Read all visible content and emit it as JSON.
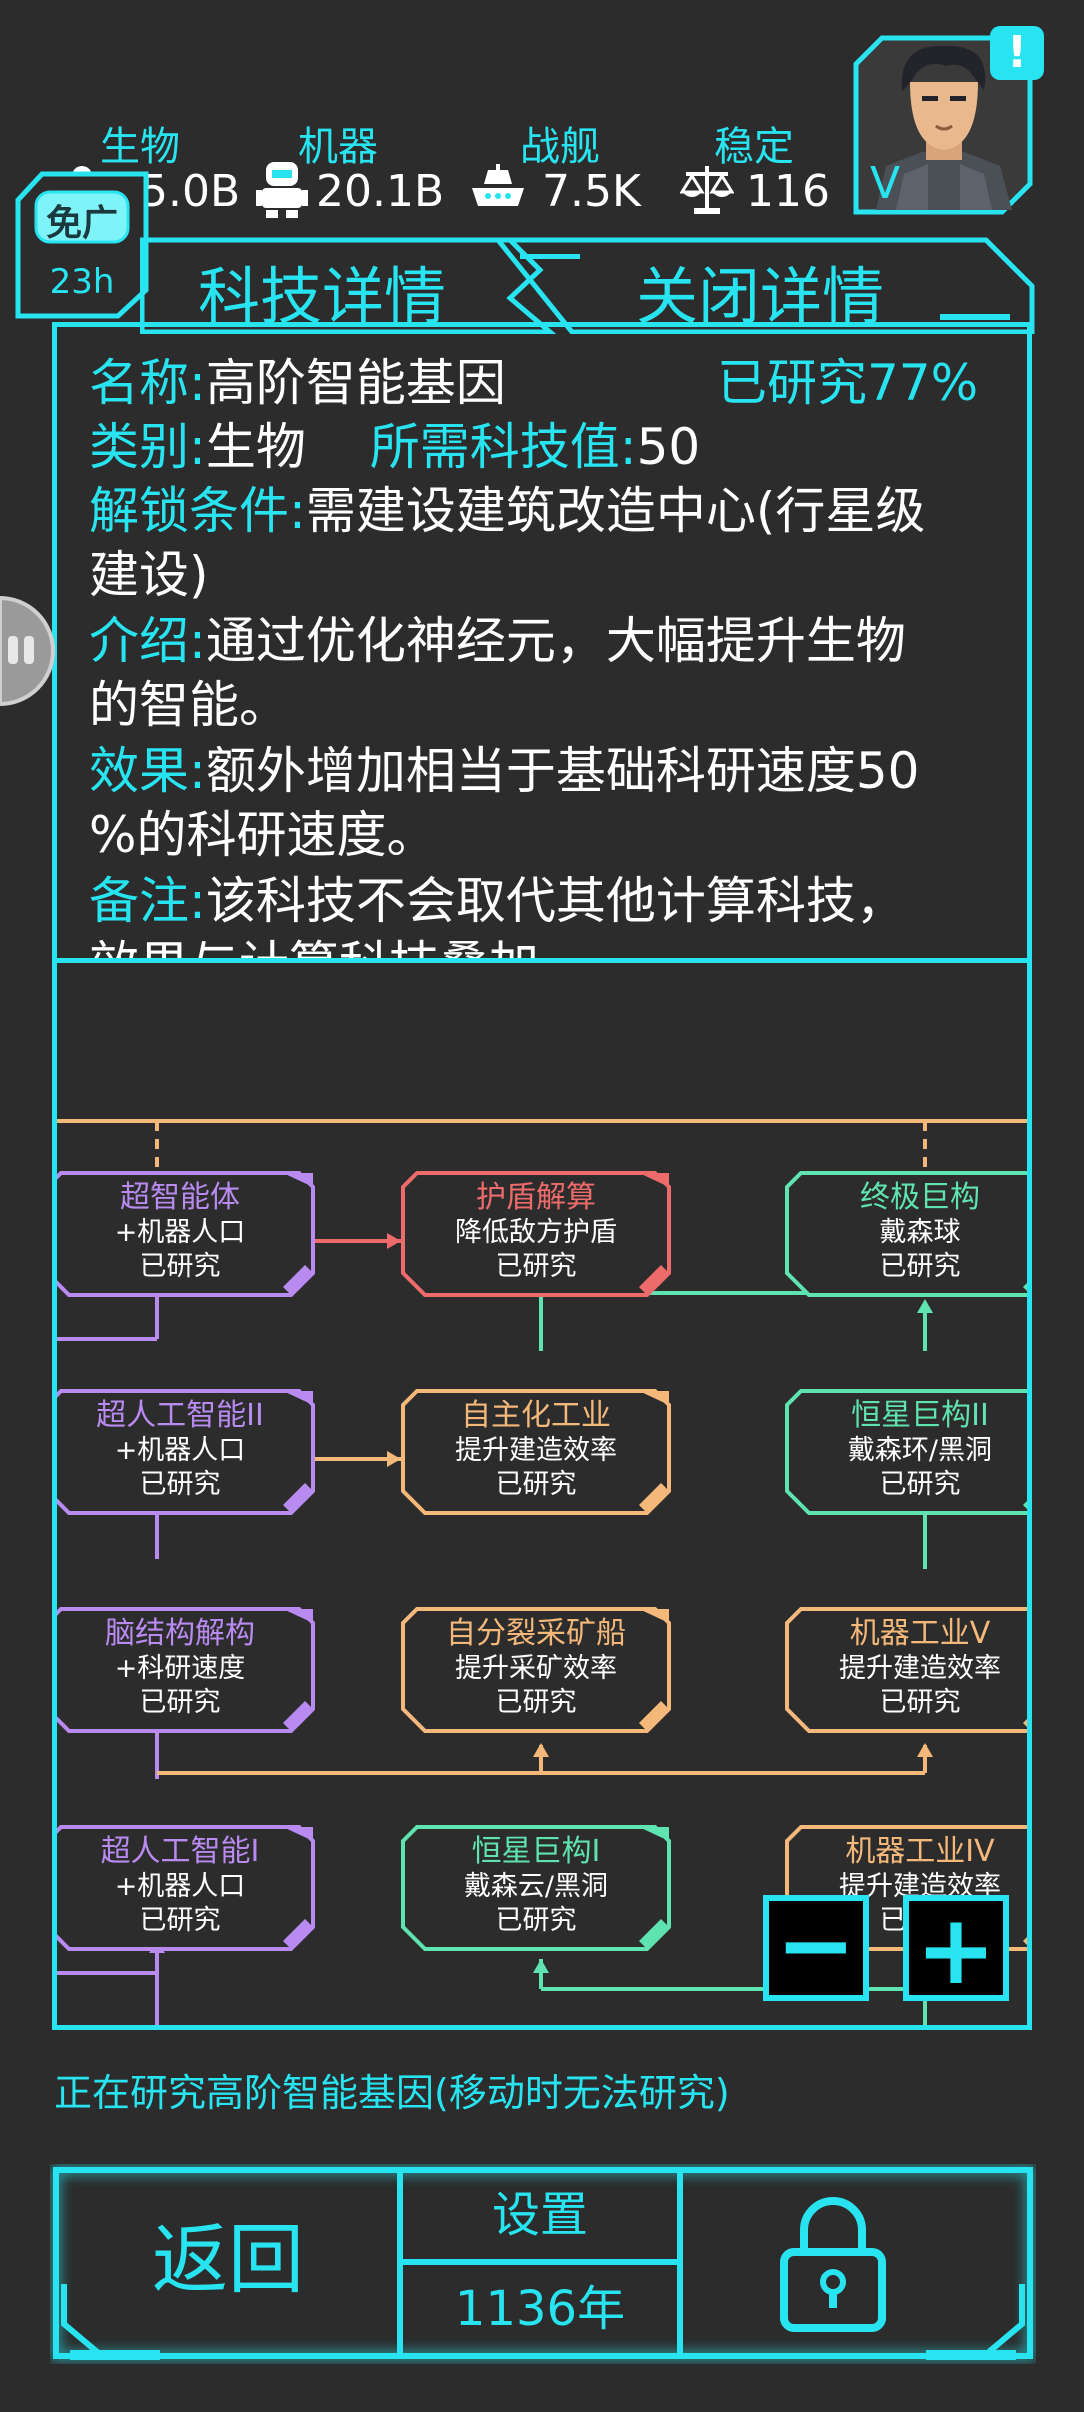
{
  "resources": [
    {
      "label": "生物",
      "value": "25.0B",
      "icon": "person-icon"
    },
    {
      "label": "机器",
      "value": "20.1B",
      "icon": "robot-icon"
    },
    {
      "label": "战舰",
      "value": "7.5K",
      "icon": "ship-icon"
    },
    {
      "label": "稳定",
      "value": "116",
      "icon": "scale-icon"
    }
  ],
  "avatar": {
    "level_text": "V",
    "alert": "!"
  },
  "ad_badge": {
    "label": "免广",
    "time": "23h"
  },
  "tabs": {
    "detail": "科技详情",
    "close": "关闭详情"
  },
  "detail": {
    "name_key": "名称:",
    "name_val": "高阶智能基因",
    "progress": "已研究77%",
    "type_key": "类别:",
    "type_val": "生物",
    "cost_key": "所需科技值:",
    "cost_val": "50",
    "unlock_key": "解锁条件:",
    "unlock_val1": "需建设建筑改造中心(行星级",
    "unlock_val2": "建设)",
    "intro_key": "介绍:",
    "intro_val1": "通过优化神经元，大幅提升生物",
    "intro_val2": "的智能。",
    "effect_key": "效果:",
    "effect_val1": "额外增加相当于基础科研速度50",
    "effect_val2": "%的科研速度。",
    "note_key": "备注:",
    "note_val1": "该科技不会取代其他计算科技，",
    "note_val2": "效果与计算科技叠加"
  },
  "tree": {
    "nodes": [
      {
        "id": "n1",
        "title": "超智能体",
        "line1": "+机器人口",
        "line2": "已研究",
        "color": "#b98af0"
      },
      {
        "id": "n2",
        "title": "护盾解算",
        "line1": "降低敌方护盾",
        "line2": "已研究",
        "color": "#ee6b6b"
      },
      {
        "id": "n3",
        "title": "终极巨构",
        "line1": "戴森球",
        "line2": "已研究",
        "color": "#5fe3b0"
      },
      {
        "id": "n4",
        "title": "超人工智能II",
        "line1": "+机器人口",
        "line2": "已研究",
        "color": "#b98af0"
      },
      {
        "id": "n5",
        "title": "自主化工业",
        "line1": "提升建造效率",
        "line2": "已研究",
        "color": "#f4b97a"
      },
      {
        "id": "n6",
        "title": "恒星巨构II",
        "line1": "戴森环/黑洞",
        "line2": "已研究",
        "color": "#5fe3b0"
      },
      {
        "id": "n7",
        "title": "脑结构解构",
        "line1": "+科研速度",
        "line2": "已研究",
        "color": "#b98af0"
      },
      {
        "id": "n8",
        "title": "自分裂采矿船",
        "line1": "提升采矿效率",
        "line2": "已研究",
        "color": "#f4b97a"
      },
      {
        "id": "n9",
        "title": "机器工业V",
        "line1": "提升建造效率",
        "line2": "已研究",
        "color": "#f4b97a"
      },
      {
        "id": "n10",
        "title": "超人工智能I",
        "line1": "+机器人口",
        "line2": "已研究",
        "color": "#b98af0"
      },
      {
        "id": "n11",
        "title": "恒星巨构I",
        "line1": "戴森云/黑洞",
        "line2": "已研究",
        "color": "#5fe3b0"
      },
      {
        "id": "n12",
        "title": "机器工业IV",
        "line1": "提升建造效率",
        "line2": "已研究",
        "color": "#f4b97a"
      }
    ],
    "zoom_out": "−",
    "zoom_in": "+"
  },
  "status_text": "正在研究高阶智能基因(移动时无法研究)",
  "bottom": {
    "back": "返回",
    "settings": "设置",
    "year": "1136年"
  }
}
